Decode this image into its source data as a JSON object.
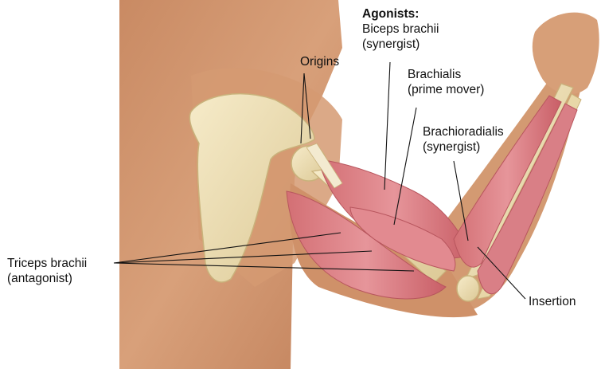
{
  "labels": {
    "agonists_heading": "Agonists:",
    "biceps_name": "Biceps brachii",
    "biceps_role": "(synergist)",
    "origins": "Origins",
    "brachialis_name": "Brachialis",
    "brachialis_role": "(prime mover)",
    "brachioradialis_name": "Brachioradialis",
    "brachioradialis_role": "(synergist)",
    "triceps_name": "Triceps brachii",
    "triceps_role": "(antagonist)",
    "insertion": "Insertion"
  },
  "colors": {
    "skin": "#d59a72",
    "skin_shadow": "#b97a55",
    "muscle": "#d9777c",
    "muscle_dark": "#b8565e",
    "bone": "#efe1b6",
    "leader_line": "#111111"
  }
}
